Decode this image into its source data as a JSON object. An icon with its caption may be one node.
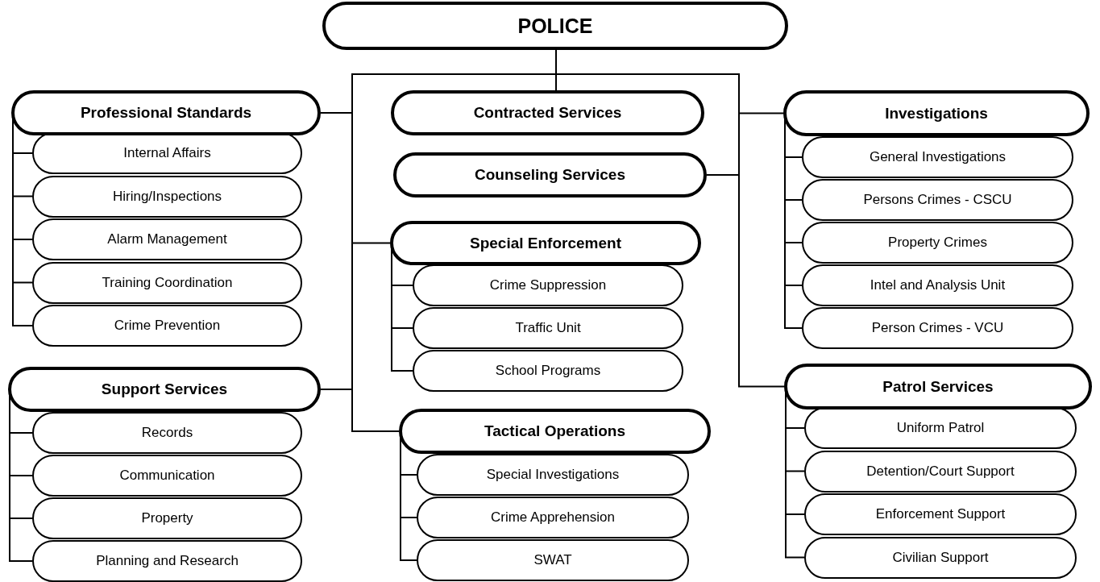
{
  "diagram": {
    "nodes": [
      {
        "text": [
          "POLICE"
        ]
      },
      {
        "text": [
          "Professional Standards"
        ]
      },
      {
        "text": [
          "Internal Affairs"
        ]
      },
      {
        "text": [
          "Hiring/Inspections"
        ]
      },
      {
        "text": [
          "Alarm Management"
        ]
      },
      {
        "text": [
          "Training Coordination"
        ]
      },
      {
        "text": [
          "Crime Prevention"
        ]
      },
      {
        "text": [
          "Contracted Services"
        ]
      },
      {
        "text": [
          "Investigations"
        ]
      },
      {
        "text": [
          "General Investigations"
        ]
      },
      {
        "text": [
          "Persons Crimes - CSCU"
        ]
      },
      {
        "text": [
          "Property Crimes"
        ]
      },
      {
        "text": [
          "Intel and Analysis Unit"
        ]
      },
      {
        "text": [
          "Person Crimes - VCU"
        ]
      },
      {
        "text": [
          "Counseling Services"
        ]
      },
      {
        "text": [
          "Special Enforcement"
        ]
      },
      {
        "text": [
          "Crime Suppression"
        ]
      },
      {
        "text": [
          "Traffic Unit"
        ]
      },
      {
        "text": [
          "School Programs"
        ]
      },
      {
        "text": [
          "Support Services"
        ]
      },
      {
        "text": [
          "Records"
        ]
      },
      {
        "text": [
          "Communication"
        ]
      },
      {
        "text": [
          "Property"
        ]
      },
      {
        "text": [
          "Planning and Research"
        ]
      },
      {
        "text": [
          "Tactical Operations"
        ]
      },
      {
        "text": [
          "Special Investigations"
        ]
      },
      {
        "text": [
          "Crime Apprehension"
        ]
      },
      {
        "text": [
          "SWAT"
        ]
      },
      {
        "text": [
          "Patrol Services"
        ]
      },
      {
        "text": [
          "Uniform Patrol"
        ]
      },
      {
        "text": [
          "Detention/Court Support"
        ]
      },
      {
        "text": [
          "Enforcement Support"
        ]
      },
      {
        "text": [
          "Civilian Support"
        ]
      }
    ],
    "edges": [
      {
        "from": 0,
        "to": 1,
        "arrow": "none"
      },
      {
        "from": 0,
        "to": 7,
        "arrow": "none"
      },
      {
        "from": 0,
        "to": 8,
        "arrow": "none"
      },
      {
        "from": 0,
        "to": 14,
        "arrow": "none"
      },
      {
        "from": 0,
        "to": 15,
        "arrow": "none"
      },
      {
        "from": 0,
        "to": 19,
        "arrow": "none"
      },
      {
        "from": 0,
        "to": 24,
        "arrow": "none"
      },
      {
        "from": 0,
        "to": 28,
        "arrow": "none"
      },
      {
        "from": 1,
        "to": 2,
        "arrow": "none"
      },
      {
        "from": 1,
        "to": 3,
        "arrow": "none"
      },
      {
        "from": 1,
        "to": 4,
        "arrow": "none"
      },
      {
        "from": 1,
        "to": 5,
        "arrow": "none"
      },
      {
        "from": 1,
        "to": 6,
        "arrow": "none"
      },
      {
        "from": 8,
        "to": 9,
        "arrow": "none"
      },
      {
        "from": 8,
        "to": 10,
        "arrow": "none"
      },
      {
        "from": 8,
        "to": 11,
        "arrow": "none"
      },
      {
        "from": 8,
        "to": 12,
        "arrow": "none"
      },
      {
        "from": 8,
        "to": 13,
        "arrow": "none"
      },
      {
        "from": 15,
        "to": 16,
        "arrow": "none"
      },
      {
        "from": 15,
        "to": 17,
        "arrow": "none"
      },
      {
        "from": 15,
        "to": 18,
        "arrow": "none"
      },
      {
        "from": 19,
        "to": 20,
        "arrow": "none"
      },
      {
        "from": 19,
        "to": 21,
        "arrow": "none"
      },
      {
        "from": 19,
        "to": 22,
        "arrow": "none"
      },
      {
        "from": 19,
        "to": 23,
        "arrow": "none"
      },
      {
        "from": 24,
        "to": 25,
        "arrow": "none"
      },
      {
        "from": 24,
        "to": 26,
        "arrow": "none"
      },
      {
        "from": 24,
        "to": 27,
        "arrow": "none"
      },
      {
        "from": 28,
        "to": 29,
        "arrow": "none"
      },
      {
        "from": 28,
        "to": 30,
        "arrow": "none"
      },
      {
        "from": 28,
        "to": 31,
        "arrow": "none"
      },
      {
        "from": 28,
        "to": 32,
        "arrow": "none"
      }
    ]
  }
}
